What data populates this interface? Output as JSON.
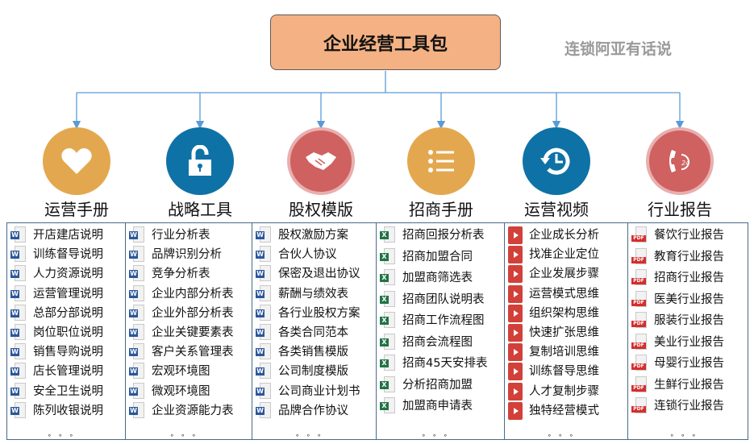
{
  "title": "企业经营工具包",
  "colors": {
    "orange": "#E3A84F",
    "blue": "#0E72A6",
    "red": "#CF6160",
    "title_fill": "#F4B183",
    "connector": "#5B9BD5"
  },
  "categories": [
    {
      "label": "运营手册",
      "icon": "heart-icon",
      "color": "#E3A84F",
      "file_type": "word",
      "items": [
        "开店建店说明",
        "训练督导说明",
        "人力资源说明",
        "运营管理说明",
        "总部分部说明",
        "岗位职位说明",
        "销售导购说明",
        "店长管理说明",
        "安全卫生说明",
        "陈列收银说明"
      ],
      "more": "。。。"
    },
    {
      "label": "战略工具",
      "icon": "padlock-icon",
      "color": "#0E72A6",
      "file_type": "word",
      "items": [
        "行业分析表",
        "品牌识别分析",
        "竞争分析表",
        "企业内部分析表",
        "企业外部分析表",
        "企业关键要素表",
        "客户关系管理表",
        "宏观环境图",
        "微观环境图",
        "企业资源能力表"
      ],
      "more": "。。。"
    },
    {
      "label": "股权模版",
      "icon": "handshake-icon",
      "color": "#CF6160",
      "file_type": "word",
      "items": [
        "股权激励方案",
        "合伙人协议",
        "保密及退出协议",
        "薪酬与绩效表",
        "各行业股权方案",
        "各类合同范本",
        "各类销售模版",
        "公司制度模版",
        "公司商业计划书",
        "品牌合作协议"
      ],
      "more": "。。。"
    },
    {
      "label": "招商手册",
      "icon": "list-icon",
      "color": "#E3A84F",
      "file_type": "excel",
      "items": [
        "招商回报分析表",
        "招商加盟合同",
        "加盟商筛选表",
        "招商团队说明表",
        "招商工作流程图",
        "招商会流程图",
        "招商45天安排表",
        "分析招商加盟",
        "加盟商申请表"
      ],
      "more": "。。。"
    },
    {
      "label": "运营视频",
      "icon": "clock-history-icon",
      "color": "#0E72A6",
      "file_type": "video",
      "items": [
        "企业成长分析",
        "找准企业定位",
        "企业发展步骤",
        "运营模式思维",
        "组织架构思维",
        "快速扩张思维",
        "复制培训思维",
        "训练督导思维",
        "人才复制步骤",
        "独特经营模式"
      ],
      "more": "。。。"
    },
    {
      "label": "行业报告",
      "icon": "phone-24-icon",
      "color": "#CF6160",
      "file_type": "pdf",
      "items": [
        "餐饮行业报告",
        "教育行业报告",
        "招商行业报告",
        "医美行业报告",
        "服装行业报告",
        "美业行业报告",
        "母婴行业报告",
        "生鲜行业报告",
        "连锁行业报告"
      ],
      "more": "。。。"
    }
  ],
  "watermark": "连锁阿亚有话说"
}
